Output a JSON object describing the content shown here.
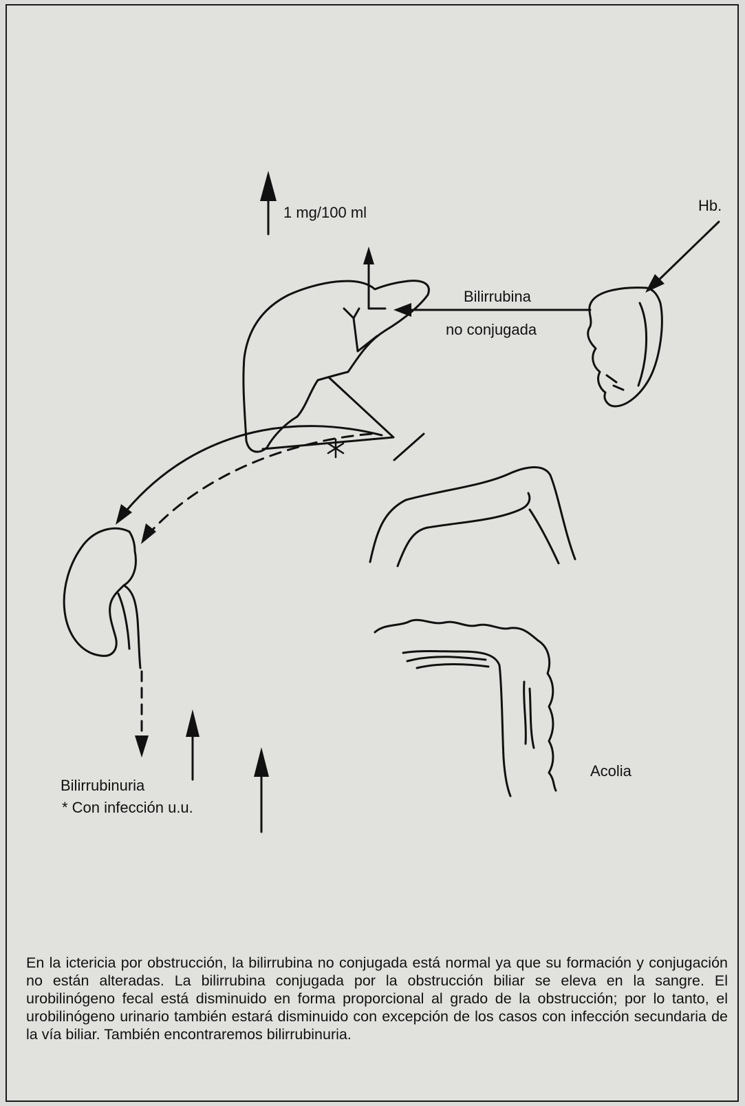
{
  "labels": {
    "serum_increase": "1 mg/100 ml",
    "hemoglobin": "Hb.",
    "bilirubin_line1": "Bilirrubina",
    "bilirubin_line2": "no conjugada",
    "bilirubinuria": "Bilirrubinuria",
    "infection_note": "*  Con infección u.u.",
    "acholia": "Acolia"
  },
  "caption": "En la ictericia por obstrucción, la bilirrubina no conjugada está normal ya que su formación y conjugación no están alteradas. La bilirrubina conjugada por la obstrucción biliar se eleva en la sangre. El urobilinógeno fecal está disminuido en forma proporcional al grado de la obstrucción; por lo tanto, el urobilinógeno urinario también estará disminuido con excepción de los casos con infección secundaria de la vía biliar. También encontraremos bilirrubinuria."
}
